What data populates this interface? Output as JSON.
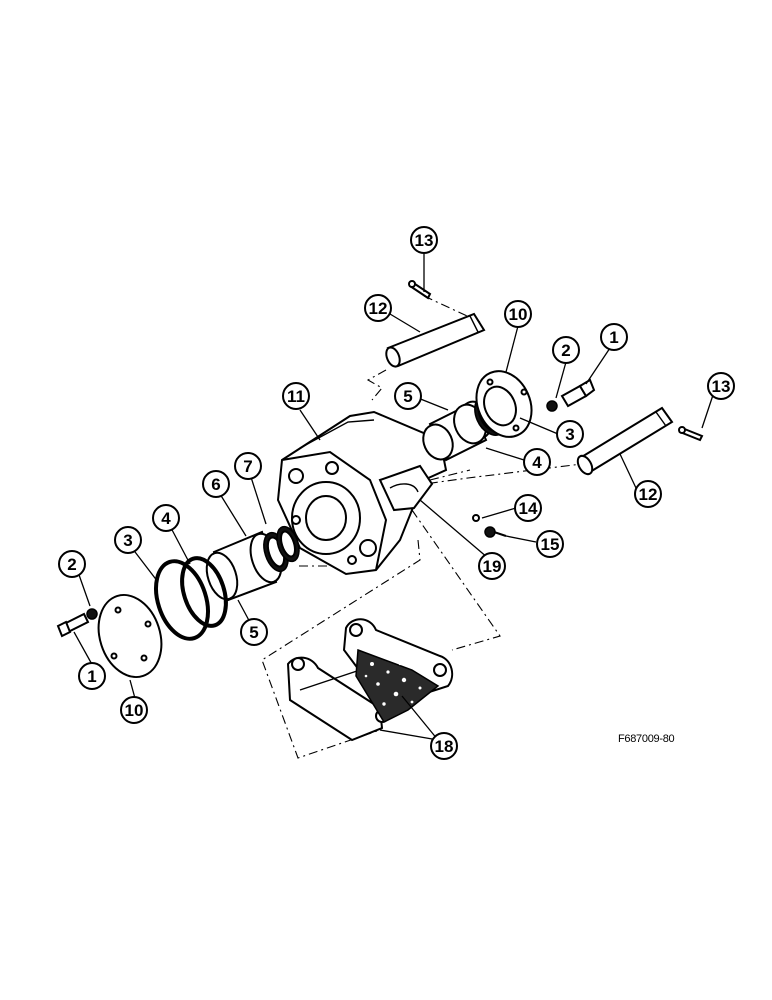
{
  "figure_id": "F687009-80",
  "callouts": [
    {
      "id": "c13a",
      "label": "13"
    },
    {
      "id": "c12a",
      "label": "12"
    },
    {
      "id": "c10a",
      "label": "10"
    },
    {
      "id": "c2a",
      "label": "2"
    },
    {
      "id": "c1a",
      "label": "1"
    },
    {
      "id": "c13b",
      "label": "13"
    },
    {
      "id": "c11",
      "label": "11"
    },
    {
      "id": "c5a",
      "label": "5"
    },
    {
      "id": "c3a",
      "label": "3"
    },
    {
      "id": "c4a",
      "label": "4"
    },
    {
      "id": "c12b",
      "label": "12"
    },
    {
      "id": "c7",
      "label": "7"
    },
    {
      "id": "c6",
      "label": "6"
    },
    {
      "id": "c14",
      "label": "14"
    },
    {
      "id": "c15",
      "label": "15"
    },
    {
      "id": "c19",
      "label": "19"
    },
    {
      "id": "c3b",
      "label": "3"
    },
    {
      "id": "c4b",
      "label": "4"
    },
    {
      "id": "c2b",
      "label": "2"
    },
    {
      "id": "c5b",
      "label": "5"
    },
    {
      "id": "c1b",
      "label": "1"
    },
    {
      "id": "c10b",
      "label": "10"
    },
    {
      "id": "c18",
      "label": "18"
    }
  ]
}
